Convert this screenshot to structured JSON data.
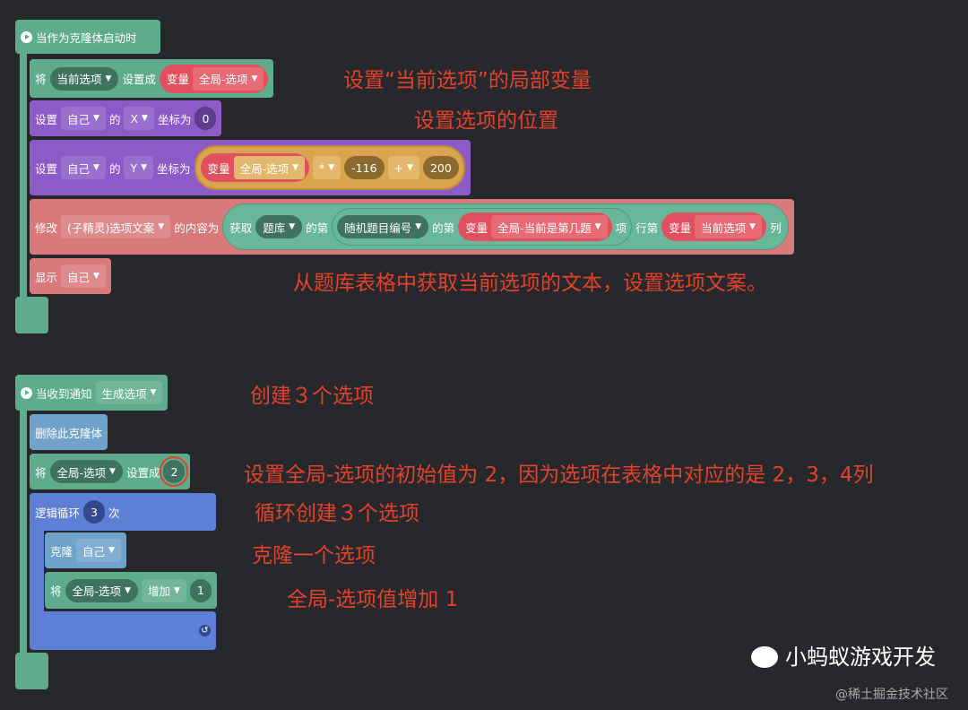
{
  "script1": {
    "hat": "当作为克隆体启动时",
    "b1": {
      "set": "将",
      "var": "当前选项",
      "to": "设置成",
      "varlabel": "变量",
      "value": "全局-选项"
    },
    "b2": {
      "set": "设置",
      "obj": "自己",
      "of": "的",
      "axis": "X",
      "label": "坐标为",
      "value": "0"
    },
    "b3": {
      "set": "设置",
      "obj": "自己",
      "of": "的",
      "axis": "Y",
      "label": "坐标为",
      "varlabel": "变量",
      "var": "全局-选项",
      "op1": "*",
      "n1": "-116",
      "op2": "+",
      "n2": "200"
    },
    "b4": {
      "modify": "修改",
      "target": "(子精灵)选项文案",
      "content": "的内容为",
      "get": "获取",
      "table": "题库",
      "of1": "的第",
      "var1": "随机题目编号",
      "of2": "的第",
      "varlabel": "变量",
      "var2": "全局-当前是第几题",
      "item": "项",
      "row": "行第",
      "varlabel2": "变量",
      "var3": "当前选项",
      "col": "列"
    },
    "b5": {
      "show": "显示",
      "obj": "自己"
    }
  },
  "script2": {
    "hat": "当收到通知",
    "msg": "生成选项",
    "delete": "删除此克隆体",
    "set": {
      "label": "将",
      "var": "全局-选项",
      "to": "设置成",
      "value": "2"
    },
    "loop": {
      "label": "逻辑循环",
      "count": "3",
      "times": "次"
    },
    "clone": {
      "label": "克隆",
      "obj": "自己"
    },
    "add": {
      "label": "将",
      "var": "全局-选项",
      "op": "增加",
      "value": "1"
    }
  },
  "annotations": [
    "设置“当前选项”的局部变量",
    "设置选项的位置",
    "从题库表格中获取当前选项的文本，设置选项文案。",
    "创建３个选项",
    "设置全局-选项的初始值为 2，因为选项在表格中对应的是 2，3，4列",
    "循环创建３个选项",
    "克隆一个选项",
    "全局-选项值增加 1"
  ],
  "watermark": {
    "name": "小蚂蚁游戏开发",
    "source": "@稀土掘金技术社区"
  },
  "colors": {
    "event": "#5eab8d",
    "motion": "#8c5bc8",
    "looks": "#d87a7c",
    "control": "#5d7fd6",
    "variable": "#e0505e",
    "operator": "#d9a44e",
    "annotation": "#e2412b"
  }
}
